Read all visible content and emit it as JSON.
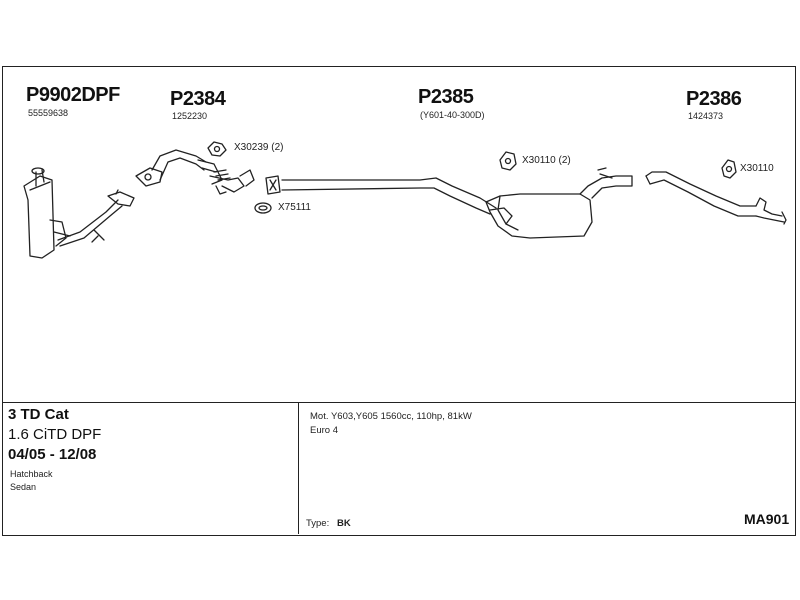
{
  "parts": [
    {
      "code": "P9902DPF",
      "oe": "55559638"
    },
    {
      "code": "P2384",
      "oe": "1252230"
    },
    {
      "code": "P2385",
      "oe": "(Y601-40-300D)"
    },
    {
      "code": "P2386",
      "oe": "1424373"
    }
  ],
  "fittings": [
    {
      "code": "X30239 (2)",
      "icon": "clamp-icon"
    },
    {
      "code": "X75111",
      "icon": "gasket-icon"
    },
    {
      "code": "X30110 (2)",
      "icon": "rubber-mount-icon"
    },
    {
      "code": "X30110",
      "icon": "rubber-mount-icon"
    }
  ],
  "info": {
    "engine_name": "3 TD Cat",
    "engine_variant": "1.6 CiTD DPF",
    "date_range": "04/05 - 12/08",
    "body_types": [
      "Hatchback",
      "Sedan"
    ],
    "motor_line": "Mot. Y603,Y605 1560cc, 110hp, 81kW",
    "emission": "Euro 4",
    "type_label": "Type:",
    "type_value": "BK",
    "system_code": "MA901"
  }
}
